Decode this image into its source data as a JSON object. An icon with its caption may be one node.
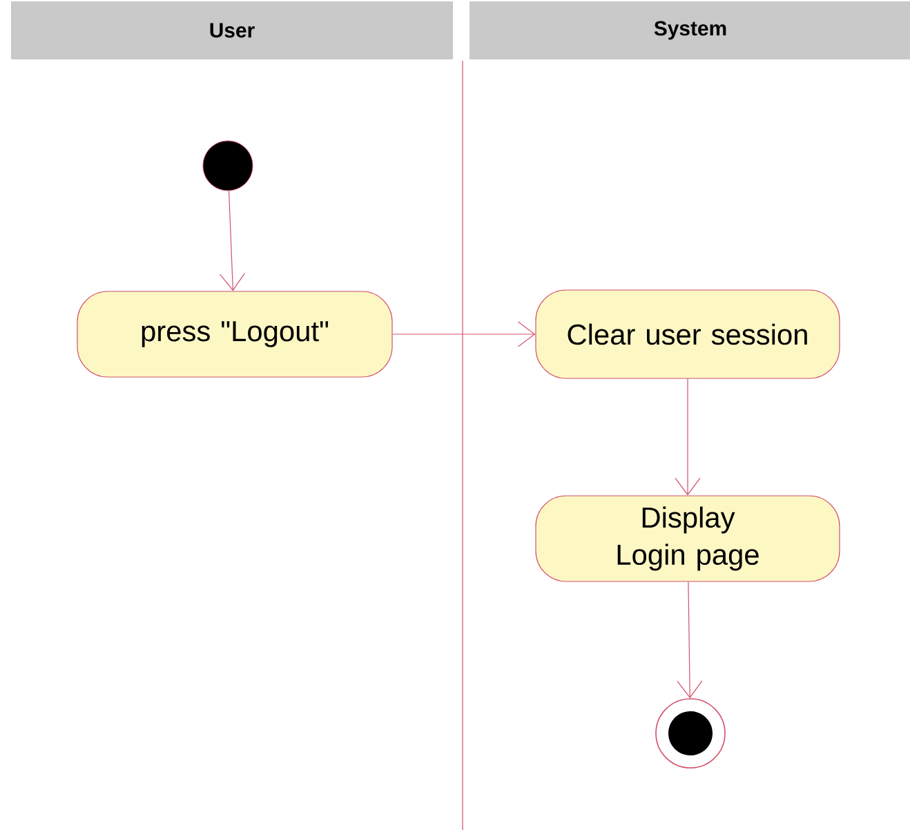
{
  "diagram": {
    "nodes": [
      {
        "text": [
          "User"
        ]
      },
      {
        "text": [
          "System"
        ]
      },
      {
        "text": [],
        "shape": "circle"
      },
      {
        "text": [
          "press \"Logout\""
        ]
      },
      {
        "text": [
          "Clear user session"
        ]
      },
      {
        "text": [
          "Display Login page"
        ]
      },
      {
        "text": [],
        "shape": "bullseye"
      }
    ],
    "edges": [
      {
        "from": 2,
        "to": 3,
        "arrow": "to"
      },
      {
        "from": 3,
        "to": 4,
        "arrow": "to"
      },
      {
        "from": 4,
        "to": 5,
        "arrow": "to"
      },
      {
        "from": 5,
        "to": 6,
        "arrow": "to"
      }
    ]
  }
}
